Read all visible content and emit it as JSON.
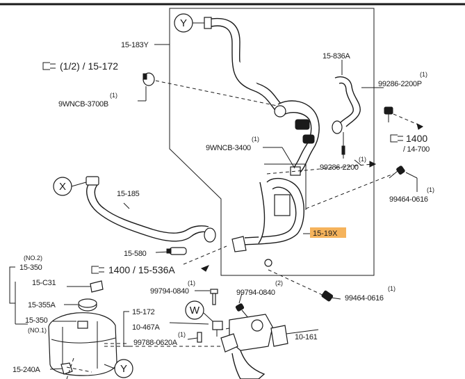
{
  "callouts": {
    "y": "Y",
    "x": "X",
    "w": "W"
  },
  "labels": {
    "p15_183y": "15-183Y",
    "p15_172_ref": "(1/2) / 15-172",
    "p9wncb_3700b_qty": "(1)",
    "p9wncb_3700b": "9WNCB-3700B",
    "p15_836a": "15-836A",
    "p99286_2200p_qty": "(1)",
    "p99286_2200p": "99286-2200P",
    "p1400_14700_a": "1400",
    "p1400_14700_b": "/ 14-700",
    "p9wncb_3400_qty": "(1)",
    "p9wncb_3400": "9WNCB-3400",
    "p99286_2200_qty": "(1)",
    "p99286_2200": "99286-2200",
    "p99464_0616_top_qty": "(1)",
    "p99464_0616_top": "99464-0616",
    "p15_185": "15-185",
    "p15_19x": "15-19X",
    "p15_580": "15-580",
    "p1400_15536a": "1400 / 15-536A",
    "p15_350_no2_a": "(NO.2)",
    "p15_350_no2_b": "15-350",
    "p15_c31": "15-C31",
    "p15_355a": "15-355A",
    "p15_350_no1_a": "15-350",
    "p15_350_no1_b": "(NO.1)",
    "p15_240a": "15-240A",
    "p99794_0840_left_qty": "(1)",
    "p99794_0840_left": "99794-0840",
    "p99794_0840_right_qty": "(2)",
    "p99794_0840_right": "99794-0840",
    "p99464_0616_bot_qty": "(1)",
    "p99464_0616_bot": "99464-0616",
    "p15_172": "15-172",
    "p10_467a": "10-467A",
    "p99788_0620a_qty": "(1)",
    "p99788_0620a": "99788-0620A",
    "p10_161": "10-161"
  },
  "colors": {
    "highlight": "#f5b35c",
    "ink": "#1a1a1a"
  }
}
